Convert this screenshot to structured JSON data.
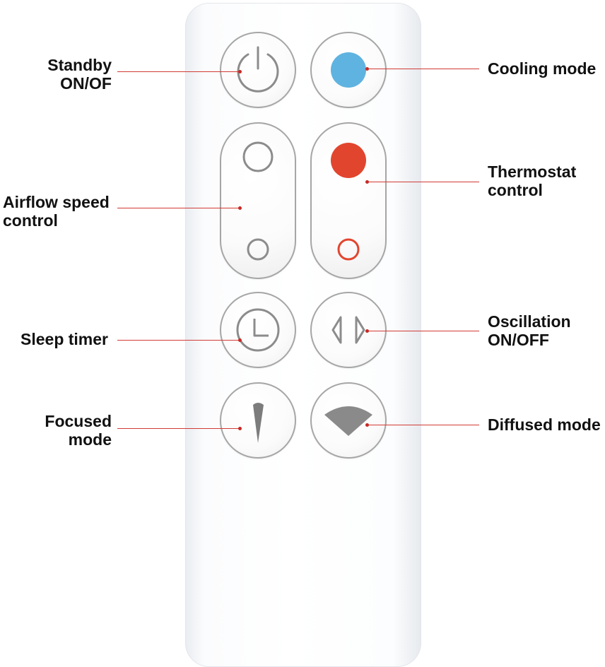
{
  "labels": {
    "standby": "Standby\nON/OF",
    "cooling": "Cooling mode",
    "thermostat": "Thermostat\ncontrol",
    "airflow": "Airflow speed\ncontrol",
    "sleep": "Sleep timer",
    "oscillation": "Oscillation\nON/OFF",
    "focused": "Focused\nmode",
    "diffused": "Diffused mode"
  },
  "icons": {
    "standby": "power-icon",
    "cooling": "blue-dot-icon",
    "thermostat_up": "red-dot-icon",
    "thermostat_down": "red-ring-icon",
    "airflow_up": "large-circle-icon",
    "airflow_down": "small-circle-icon",
    "sleep": "clock-icon",
    "oscillation": "left-right-arrows-icon",
    "focused": "narrow-wedge-icon",
    "diffused": "wide-fan-icon"
  },
  "colors": {
    "leader_line": "#d23b35",
    "cooling_blue": "#5fb3e0",
    "thermostat_red": "#e2452e",
    "icon_gray": "#8c8c8c",
    "label_text": "#111111"
  }
}
